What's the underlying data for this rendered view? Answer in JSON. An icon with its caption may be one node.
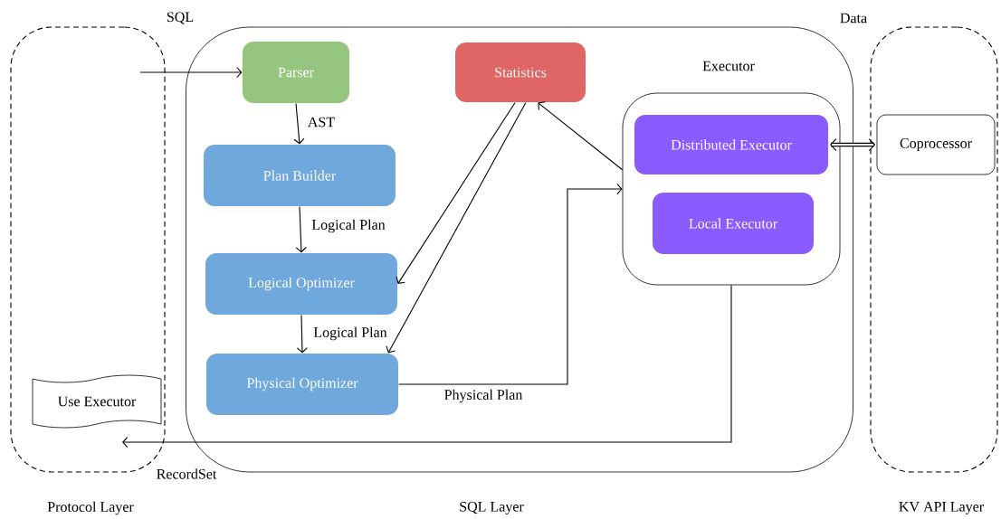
{
  "diagram": {
    "nodes": [
      {
        "text": [
          "Protocol Layer"
        ]
      },
      {
        "text": [
          "Use Executor"
        ],
        "in": 0
      },
      {
        "text": [
          "SQL Layer"
        ]
      },
      {
        "text": [
          "Parser"
        ],
        "in": 2
      },
      {
        "text": [
          "Plan Builder"
        ],
        "in": 2
      },
      {
        "text": [
          "Logical Optimizer"
        ],
        "in": 2
      },
      {
        "text": [
          "Physical Optimizer"
        ],
        "in": 2
      },
      {
        "text": [
          "Statistics"
        ],
        "in": 2
      },
      {
        "text": [
          "Executor"
        ],
        "in": 2
      },
      {
        "text": [
          "Distributed Executor"
        ],
        "in": 8
      },
      {
        "text": [
          "Local Executor"
        ],
        "in": 8
      },
      {
        "text": [
          "KV API Layer"
        ]
      },
      {
        "text": [
          "Coprocessor"
        ],
        "in": 11
      }
    ],
    "edges": [
      {
        "from": null,
        "to": 3,
        "arrow": "to"
      },
      {
        "from": 3,
        "to": 4,
        "arrow": "to",
        "label": "AST"
      },
      {
        "from": 4,
        "to": 5,
        "arrow": "to",
        "label": "Logical Plan"
      },
      {
        "from": 5,
        "to": 6,
        "arrow": "to",
        "label": "Logical Plan"
      },
      {
        "from": 7,
        "to": 5,
        "arrow": "to"
      },
      {
        "from": 7,
        "to": 6,
        "arrow": "to"
      },
      {
        "from": 8,
        "to": 7,
        "arrow": "to"
      },
      {
        "from": 6,
        "to": 8,
        "arrow": "to",
        "label": "Physical Plan"
      },
      {
        "from": 9,
        "to": 12,
        "arrow": "both",
        "style": "thick"
      },
      {
        "from": 8,
        "to": null,
        "arrow": "to",
        "label": "RecordSet"
      }
    ],
    "labels": [
      "SQL",
      "Data"
    ]
  }
}
